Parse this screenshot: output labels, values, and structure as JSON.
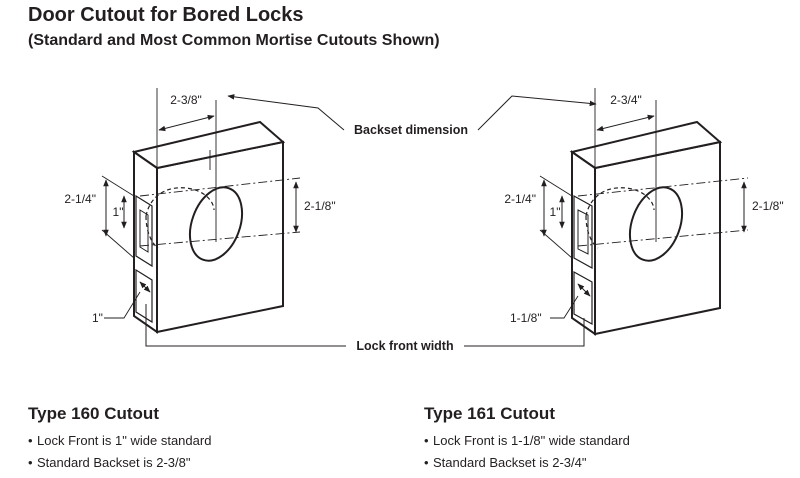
{
  "title": "Door Cutout for Bored Locks",
  "subtitle": "(Standard and Most Common Mortise Cutouts Shown)",
  "callouts": {
    "backset": "Backset dimension",
    "lock_front": "Lock front width"
  },
  "left_diagram": {
    "backset": "2-3/8\"",
    "height_outer": "2-1/4\"",
    "height_inner": "1\"",
    "bore": "2-1/8\"",
    "front_width": "1\""
  },
  "right_diagram": {
    "backset": "2-3/4\"",
    "height_outer": "2-1/4\"",
    "height_inner": "1\"",
    "bore": "2-1/8\"",
    "front_width": "1-1/8\""
  },
  "types": [
    {
      "heading": "Type 160 Cutout",
      "bullets": [
        "Lock Front is 1\" wide standard",
        "Standard Backset is 2-3/8\""
      ]
    },
    {
      "heading": "Type 161 Cutout",
      "bullets": [
        "Lock Front is 1-1/8\" wide standard",
        "Standard Backset is 2-3/4\""
      ]
    }
  ]
}
